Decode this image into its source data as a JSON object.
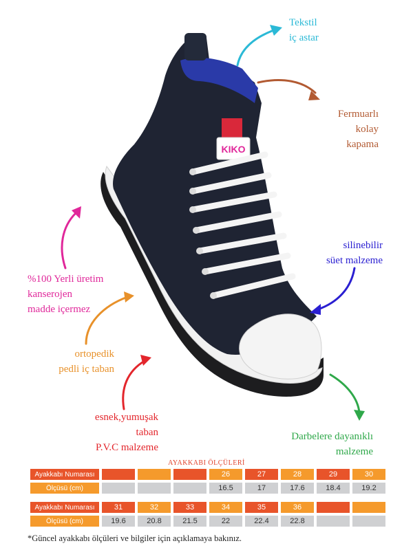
{
  "callouts": {
    "tekstil": [
      "Tekstil",
      "iç astar"
    ],
    "fermuar": [
      "Fermuarlı",
      "kolay",
      "kapama"
    ],
    "silinebilir": [
      "silinebilir",
      "süet malzeme"
    ],
    "yerli": [
      "%100 Yerli üretim",
      "kanserojen",
      "madde içermez"
    ],
    "ortopedik": [
      "ortopedik",
      "pedli iç taban"
    ],
    "esnek": [
      "esnek,yumuşak",
      "taban",
      "P.V.C  malzeme"
    ],
    "darbe": [
      "Darbelere dayanıklı",
      "malzeme"
    ]
  },
  "brand_label": "KIKO",
  "colors": {
    "tekstil": "#2bb9d6",
    "fermuar": "#b25a32",
    "silinebilir": "#2a1fd1",
    "yerli": "#e0279a",
    "ortopedik": "#e8912a",
    "esnek": "#e3262c",
    "darbe": "#2fa84a",
    "orange_dark": "#e8542a",
    "orange_light": "#f59a2c",
    "grey": "#cfd0d2"
  },
  "size_table": {
    "title": "AYAKKABI ÖLÇÜLERİ",
    "row_labels": {
      "number": "Ayakkabı Numarası",
      "measure": "Ölçüsü (cm)"
    },
    "block1": {
      "numbers": [
        "",
        "",
        "",
        "26",
        "27",
        "28",
        "29",
        "30"
      ],
      "measures": [
        "",
        "",
        "",
        "16.5",
        "17",
        "17.6",
        "18.4",
        "19.2"
      ]
    },
    "block2": {
      "numbers": [
        "31",
        "32",
        "33",
        "34",
        "35",
        "36",
        "",
        ""
      ],
      "measures": [
        "19.6",
        "20.8",
        "21.5",
        "22",
        "22.4",
        "22.8",
        "",
        ""
      ]
    }
  },
  "footnote": "*Güncel ayakkabı ölçüleri ve bilgiler için açıklamaya bakınız."
}
